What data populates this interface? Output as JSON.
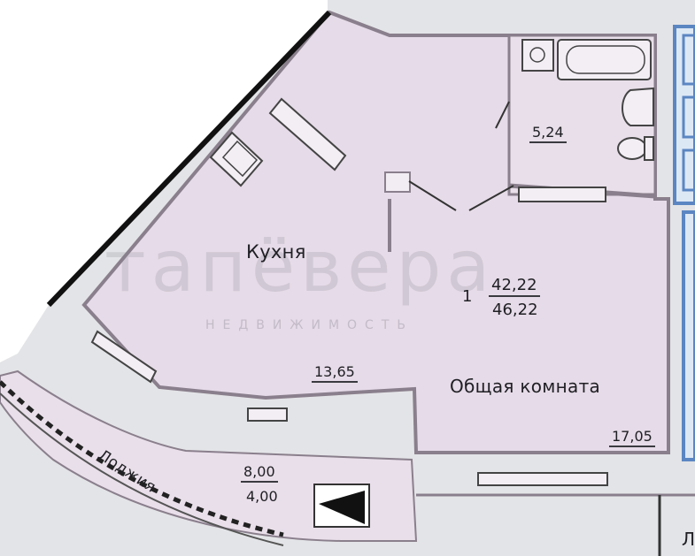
{
  "plan": {
    "kitchen": {
      "name": "Кухня",
      "area": "13,65"
    },
    "living_room": {
      "name": "Общая комната",
      "area": "17,05"
    },
    "bathroom": {
      "area": "5,24"
    },
    "loggia": {
      "name": "Лоджия",
      "area_top": "8,00",
      "area_bottom": "4,00"
    },
    "summary": {
      "rooms": "1",
      "living_area": "42,22",
      "total_area": "46,22"
    },
    "right_edge_letter": "Л"
  },
  "watermark": {
    "brand": "тапёвера",
    "subtitle": "НЕДВИЖИМОСТЬ"
  },
  "colors": {
    "room_fill": "#e6dbe8",
    "wall": "#8a7f8c",
    "outer_wall": "#111111",
    "window_blue": "#5b86c2"
  }
}
